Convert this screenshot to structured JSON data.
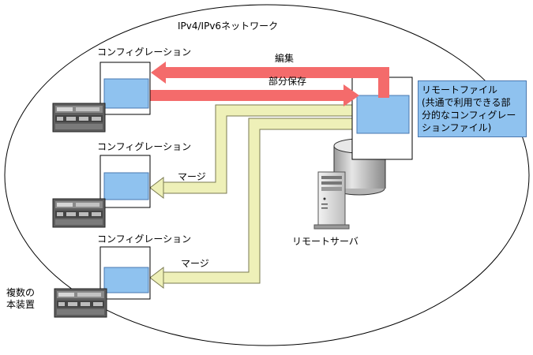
{
  "network_label": "IPv4/IPv6ネットワーク",
  "configs": [
    {
      "label": "コンフィグレーション"
    },
    {
      "label": "コンフィグレーション"
    },
    {
      "label": "コンフィグレーション"
    }
  ],
  "arrows": {
    "edit_label": "編集",
    "partial_save_label": "部分保存",
    "merge_label_1": "マージ",
    "merge_label_2": "マージ"
  },
  "remote_file": {
    "line1": "リモートファイル",
    "line2": "(共通で利用できる部",
    "line3": "分的なコンフィグレー",
    "line4": "ションファイル)"
  },
  "remote_server_label": "リモートサーバ",
  "device_label": {
    "line1": "複数の",
    "line2": "本装置"
  },
  "colors": {
    "red_arrow": "#f46b6b",
    "yellow_arrow": "#eef0b8",
    "doc_blue": "#8fc2ef"
  }
}
